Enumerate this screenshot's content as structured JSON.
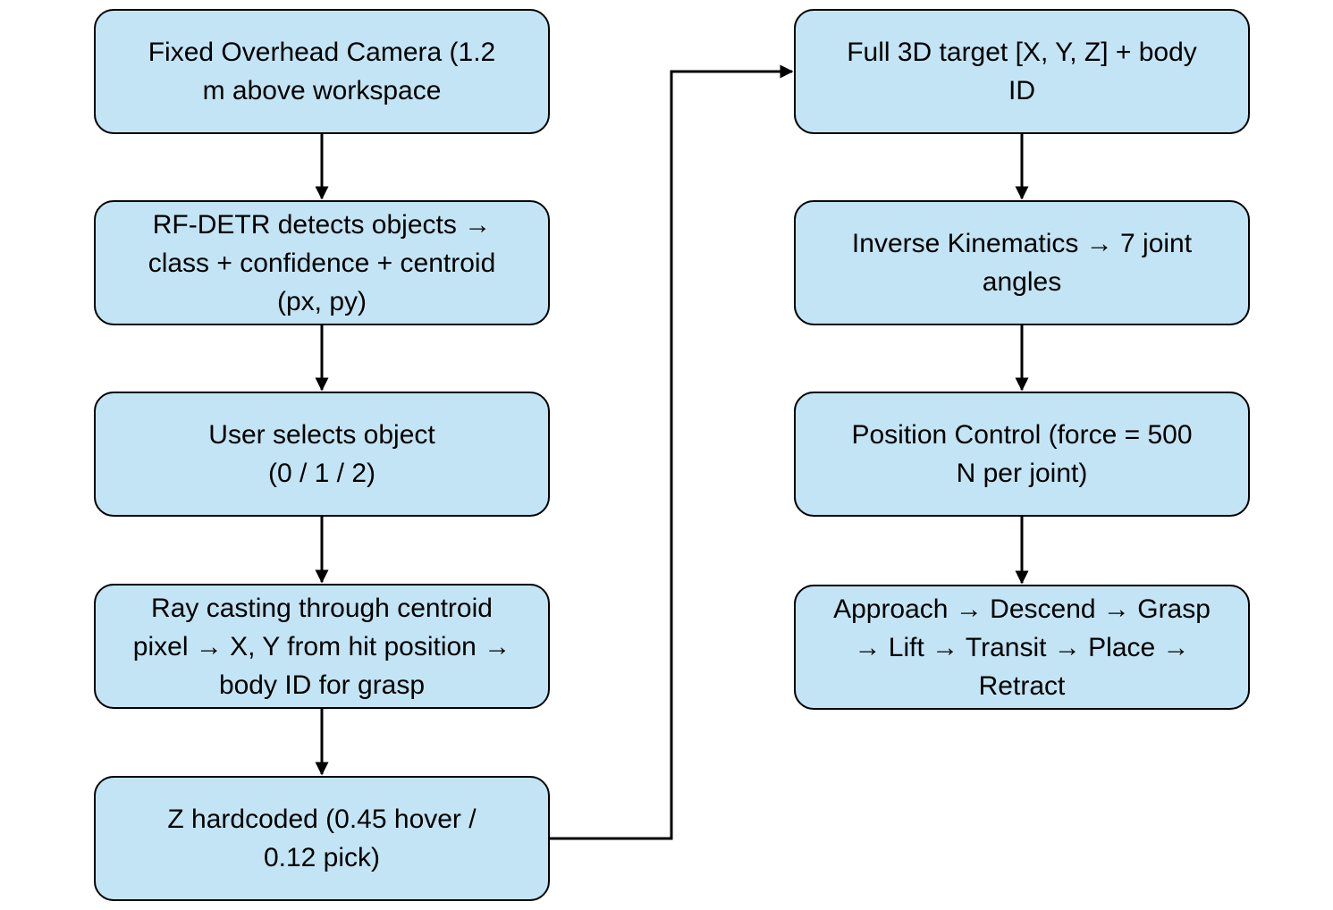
{
  "colors": {
    "box_fill": "#c3e4f4",
    "box_border": "#000000",
    "arrow": "#000000",
    "background": "#ffffff"
  },
  "nodes": [
    {
      "id": "camera",
      "text": "Fixed Overhead Camera  (1.2\nm above workspace"
    },
    {
      "id": "detect",
      "text": "RF-DETR detects objects  →\nclass + confidence + centroid\n(px, py)"
    },
    {
      "id": "select",
      "text": "User selects object\n(0 / 1 / 2)"
    },
    {
      "id": "raycast",
      "text": "Ray casting through centroid\npixel  → X, Y from hit position →\nbody ID for grasp"
    },
    {
      "id": "zhard",
      "text": "Z hardcoded  (0.45 hover /\n0.12 pick)"
    },
    {
      "id": "target",
      "text": "Full 3D target [X, Y, Z] + body\nID"
    },
    {
      "id": "ik",
      "text": "Inverse Kinematics  →  7 joint\nangles"
    },
    {
      "id": "posctrl",
      "text": "Position Control (force = 500\nN per joint)"
    },
    {
      "id": "sequence",
      "text": "Approach → Descend → Grasp\n→ Lift → Transit → Place →\nRetract"
    }
  ],
  "edges": [
    {
      "from": "camera",
      "to": "detect"
    },
    {
      "from": "detect",
      "to": "select"
    },
    {
      "from": "select",
      "to": "raycast"
    },
    {
      "from": "raycast",
      "to": "zhard"
    },
    {
      "from": "zhard",
      "to": "target"
    },
    {
      "from": "target",
      "to": "ik"
    },
    {
      "from": "ik",
      "to": "posctrl"
    },
    {
      "from": "posctrl",
      "to": "sequence"
    }
  ]
}
